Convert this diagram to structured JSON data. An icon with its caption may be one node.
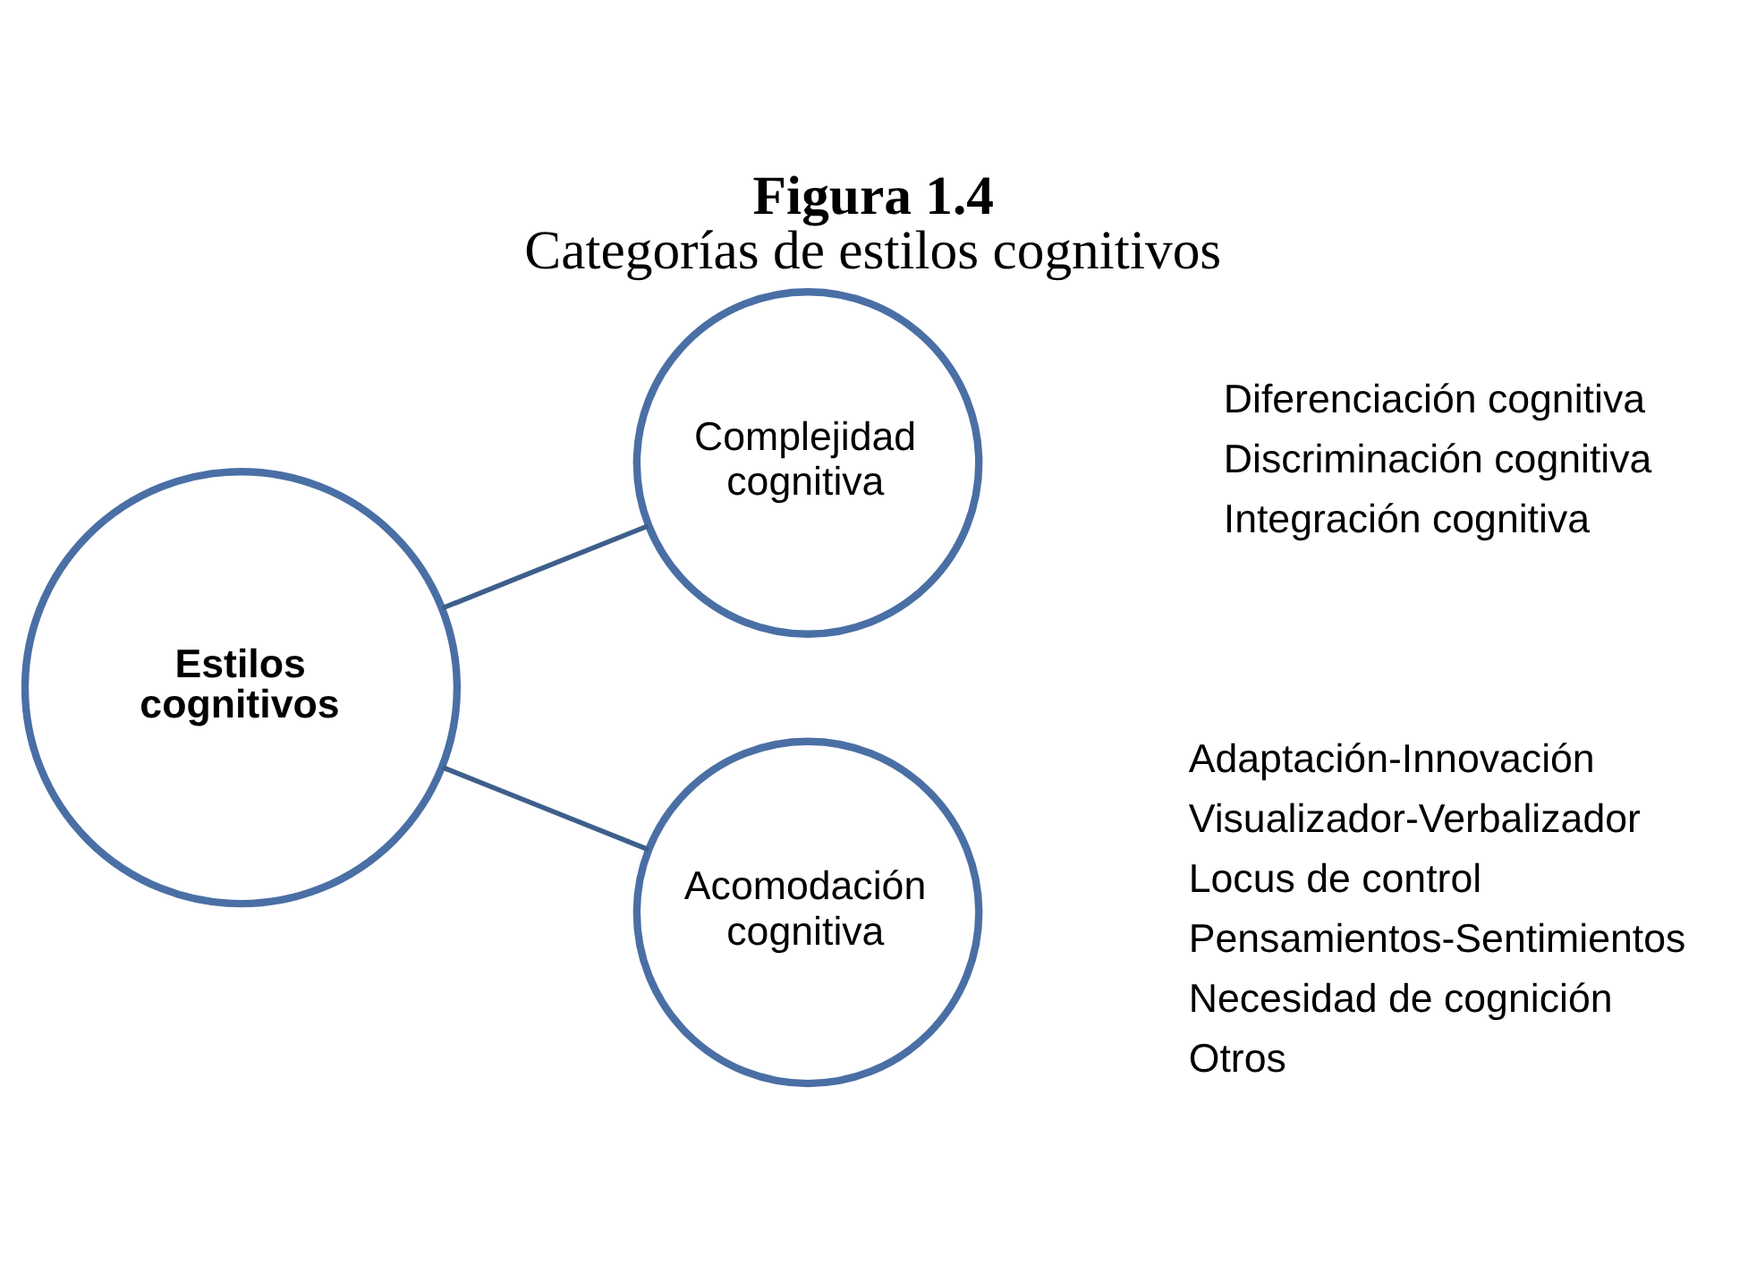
{
  "diagram": {
    "title": "Figura 1.4",
    "caption": "Categorías de estilos cognitivos",
    "nodes": [
      {
        "text": [
          "Estilos cognitivos"
        ]
      },
      {
        "text": [
          "Complejidad cognitiva"
        ],
        "beside": [
          "Diferenciación cognitiva",
          "Discriminación cognitiva",
          "Integración cognitiva"
        ]
      },
      {
        "text": [
          "Acomodación cognitiva"
        ],
        "beside": [
          "Adaptación-Innovación",
          "Visualizador-Verbalizador",
          "Locus de control",
          "Pensamientos-Sentimientos",
          "Necesidad de cognición",
          "Otros"
        ]
      }
    ],
    "edges": [
      {
        "from": 0,
        "to": 1,
        "arrow": "none"
      },
      {
        "from": 0,
        "to": 2,
        "arrow": "none"
      }
    ]
  }
}
